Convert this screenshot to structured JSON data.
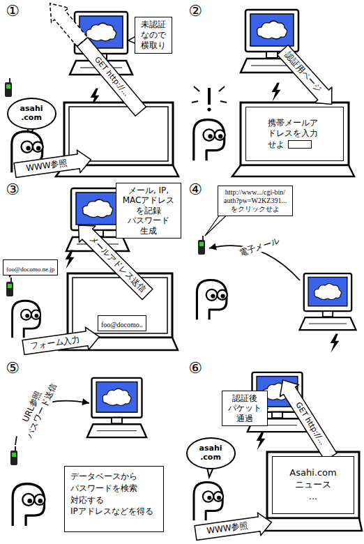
{
  "diagram": {
    "nodes": [
      {
        "text": [
          "未認証 なので 横取り"
        ]
      },
      {
        "text": [
          "GET http://..."
        ]
      },
      {
        "text": [
          "asahi .com"
        ]
      },
      {
        "text": [
          "WWW参照"
        ]
      },
      {
        "text": [
          "認証用ページ"
        ]
      },
      {
        "text": [
          "携帯メールア ドレスを入力 せよ"
        ]
      },
      {
        "text": [
          "メール, IP, MACアドレス を記録 パスワード 生成"
        ]
      },
      {
        "text": [
          "メールアドレス送信"
        ]
      },
      {
        "text": [
          "foo@docomo.ne.jp"
        ]
      },
      {
        "text": [
          "foo@docomo.."
        ]
      },
      {
        "text": [
          "フォーム入力"
        ]
      },
      {
        "text": [
          "http://www.../cgi-bin/ auth?pw=W2KZ391... をクリックせよ"
        ]
      },
      {
        "text": [
          "データベースから パスワードを検索 対応する IPアドレスなどを得る"
        ]
      },
      {
        "text": [
          "認証後 パケット 通過"
        ]
      },
      {
        "text": [
          "GET http://..."
        ]
      },
      {
        "text": [
          "asahi .com"
        ]
      },
      {
        "text": [
          "Asahi.com ニュース ..."
        ]
      },
      {
        "text": [
          "WWW参照"
        ]
      }
    ],
    "labels": [
      "①",
      "②",
      "③",
      "④",
      "⑤",
      "⑥",
      "電子メール",
      "URL参照 パスワード送信"
    ]
  }
}
